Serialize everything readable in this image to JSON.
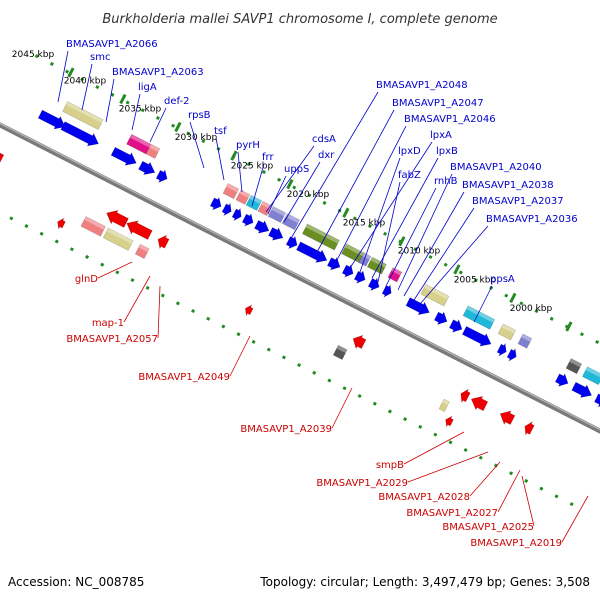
{
  "title": "Burkholderia mallei SAVP1 chromosome I, complete genome",
  "footer": {
    "accession": "Accession: NC_008785",
    "topology": "Topology: circular; Length: 3,497,479 bp; Genes: 3,508"
  },
  "scale_labels": [
    "2045 kbp",
    "2040 kbp",
    "2035 kbp",
    "2030 kbp",
    "2025 kbp",
    "2020 kbp",
    "2015 kbp",
    "2010 kbp",
    "2005 kbp",
    "2000 kbp"
  ],
  "top_labels": [
    "BMASAVP1_A2066",
    "smc",
    "BMASAVP1_A2063",
    "ligA",
    "def-2",
    "rpsB",
    "tsf",
    "pyrH",
    "frr",
    "uppS",
    "cdsA",
    "dxr",
    "BMASAVP1_A2048",
    "BMASAVP1_A2047",
    "BMASAVP1_A2046",
    "lpxA",
    "lpxD",
    "lpxB",
    "fabZ",
    "rnhB",
    "BMASAVP1_A2040",
    "BMASAVP1_A2038",
    "BMASAVP1_A2037",
    "BMASAVP1_A2036",
    "ppsA"
  ],
  "bottom_labels": [
    "glnD",
    "map-1",
    "BMASAVP1_A2057",
    "BMASAVP1_A2049",
    "BMASAVP1_A2039",
    "smpB",
    "BMASAVP1_A2029",
    "BMASAVP1_A2028",
    "BMASAVP1_A2027",
    "BMASAVP1_A2025",
    "BMASAVP1_A2019"
  ],
  "colors": {
    "forward_gene": "#0000ee",
    "reverse_gene": "#ee0000",
    "top_label": "#0000cc",
    "bottom_label": "#cc0000",
    "backbone": "#7a7a7a",
    "scale_dash": "#228b22",
    "cog_khaki": "#d6d08a",
    "cog_pink": "#f08080",
    "cog_magenta": "#e0108a",
    "cog_olive": "#6b8e23",
    "cog_purple": "#8080d0",
    "cog_cyan": "#20b8d8",
    "cog_gray": "#555555"
  }
}
